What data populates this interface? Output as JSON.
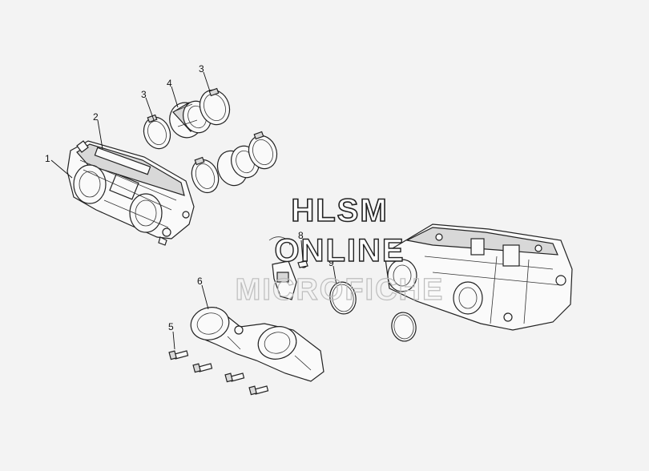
{
  "callouts": {
    "c1": "1",
    "c2": "2",
    "c3a": "3",
    "c4": "4",
    "c3b": "3",
    "c5": "5",
    "c6": "6",
    "c8": "8",
    "c9": "9"
  },
  "watermark": {
    "line1": "HLSM",
    "line2": "ONLINE",
    "line3": "MICROFICHE"
  },
  "colors": {
    "background": "#f3f3f3",
    "line": "#222222"
  }
}
